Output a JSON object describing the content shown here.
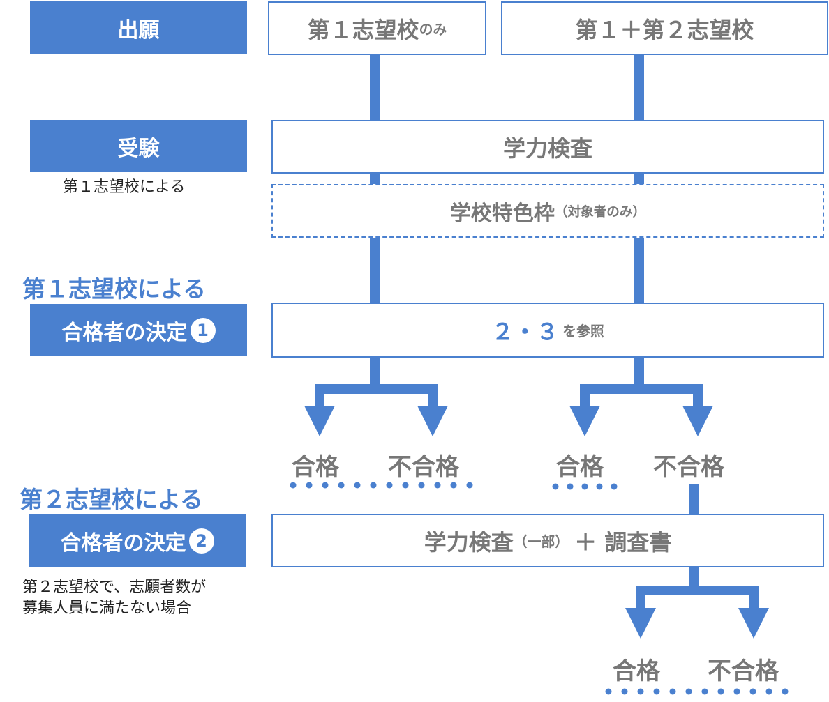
{
  "rows": {
    "application": {
      "label": "出願"
    },
    "exam": {
      "label": "受験",
      "note": "第１志望校による"
    },
    "decision1": {
      "heading": "第１志望校による",
      "label": "合格者の決定",
      "num": "1"
    },
    "decision2": {
      "heading": "第２志望校による",
      "label": "合格者の決定",
      "num": "2",
      "note_lines": [
        "第２志望校で、志願者数が",
        "募集人員に満たない場合"
      ]
    }
  },
  "boxes": {
    "first_only": {
      "main": "第１志望校",
      "suffix": "のみ"
    },
    "first_second": {
      "main": "第１＋第２志望校"
    },
    "academic_test": {
      "main": "学力検査"
    },
    "special_quota": {
      "main": "学校特色枠",
      "suffix": "（対象者のみ）"
    },
    "refer": {
      "main": "２・３",
      "suffix": "を参照"
    },
    "second_exam": {
      "main": "学力検査",
      "mid": "（一部）",
      "tail": "＋ 調査書"
    }
  },
  "outcomes": {
    "pass": "合格",
    "fail": "不合格"
  },
  "colors": {
    "accent": "#4a80cf",
    "text_gray": "#777777",
    "white": "#ffffff"
  }
}
